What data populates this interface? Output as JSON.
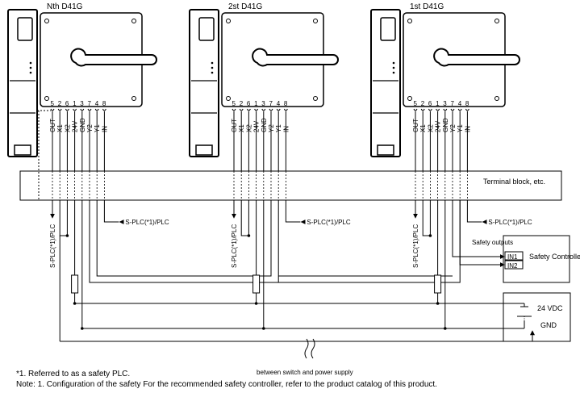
{
  "switches": [
    {
      "title": "Nth D41G"
    },
    {
      "title": "2st D41G"
    },
    {
      "title": "1st D41G"
    }
  ],
  "pin_numbers": [
    "5",
    "2",
    "6",
    "1",
    "3",
    "7",
    "4",
    "8"
  ],
  "pin_signals": [
    "OUT",
    "X1",
    "X2",
    "24V",
    "GND",
    "Y2",
    "Y1",
    "IN"
  ],
  "terminal_block_label": "Terminal block, etc.",
  "splc_label": "S-PLC(*1)/PLC",
  "safety_outputs_label": "Safety outputs",
  "controller": {
    "in1": "IN1",
    "in2": "IN2",
    "label": "Safety Controller"
  },
  "power": {
    "vdc": "24 VDC",
    "gnd": "GND"
  },
  "cable_break_label": "between switch and power supply",
  "footnote_1": "*1. Referred to as a safety PLC.",
  "note": "Note: 1. Configuration of the safety For the recommended safety controller, refer to the product catalog of this product."
}
